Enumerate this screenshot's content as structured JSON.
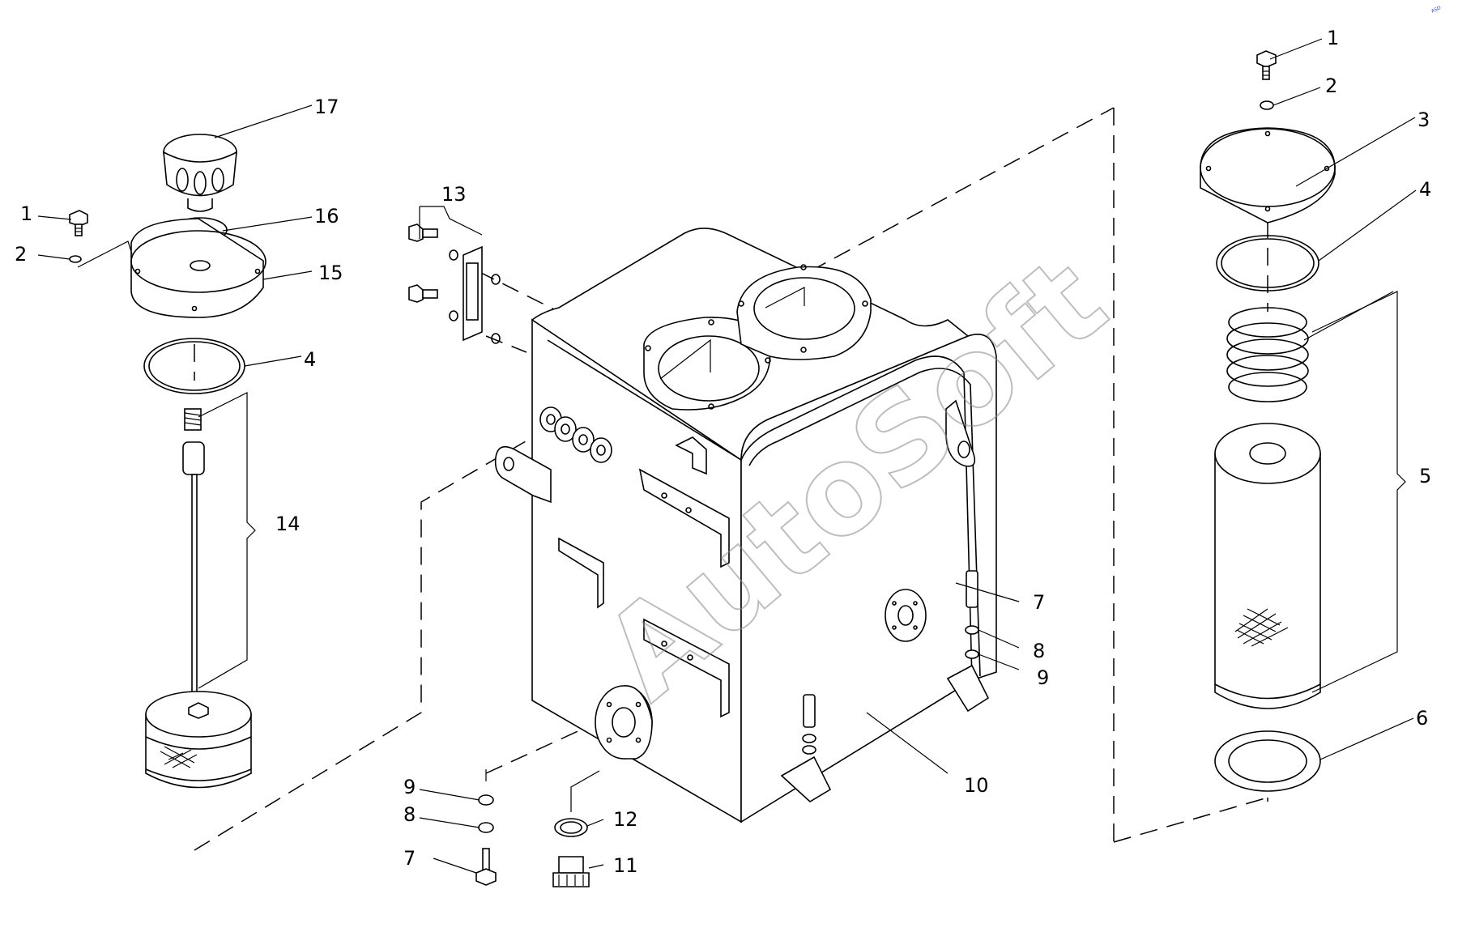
{
  "watermark": "AutoSoft",
  "corner_mark": "ASD",
  "callouts": {
    "left": {
      "c17": "17",
      "c16": "16",
      "c15": "15",
      "c1": "1",
      "c2": "2",
      "c4": "4",
      "c14": "14"
    },
    "center": {
      "c13": "13",
      "c7a": "7",
      "c8a": "8",
      "c9a": "9",
      "c10": "10",
      "c9b": "9",
      "c8b": "8",
      "c7b": "7",
      "c12": "12",
      "c11": "11"
    },
    "right": {
      "c1": "1",
      "c2": "2",
      "c3": "3",
      "c4": "4",
      "c5": "5",
      "c6": "6"
    }
  }
}
